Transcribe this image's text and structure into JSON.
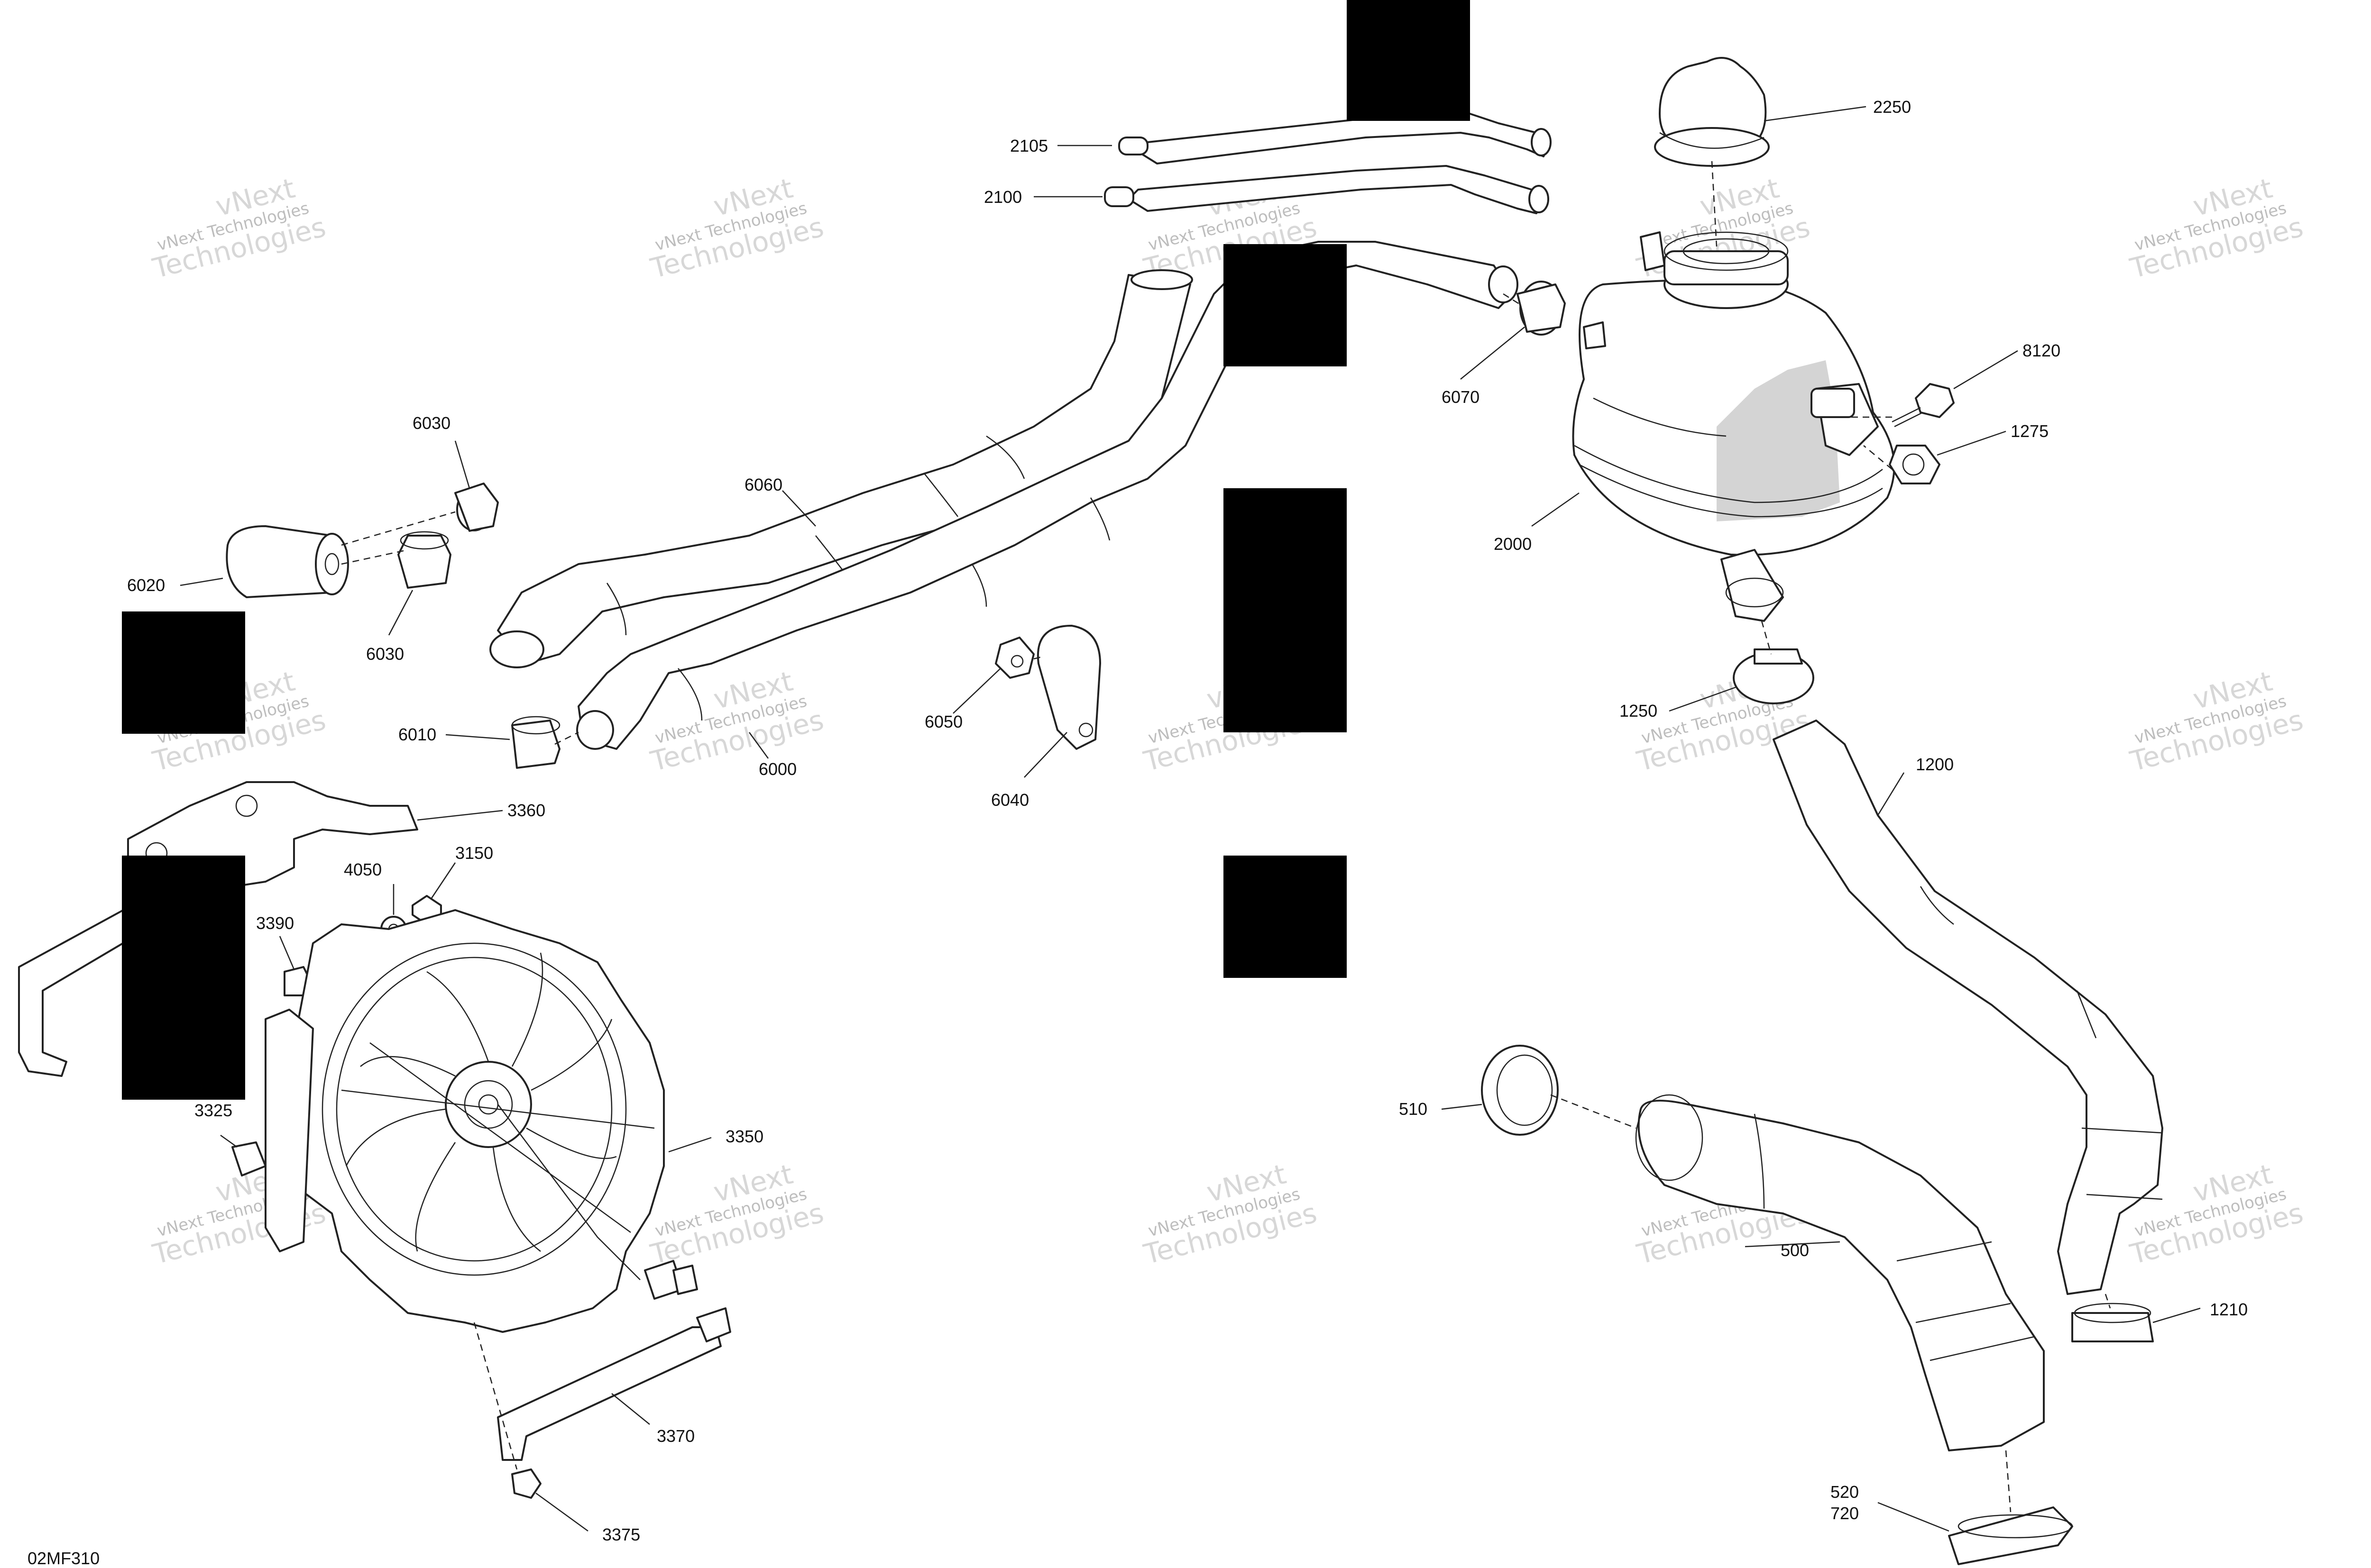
{
  "drawing_code": "02MF310",
  "watermark": {
    "line1": "vNext Technologies",
    "line2": "vNext",
    "line3": "Technologies"
  },
  "callouts": {
    "c2105": "2105",
    "c2100": "2100",
    "c2250": "2250",
    "c6070": "6070",
    "c8120": "8120",
    "c1275": "1275",
    "c2000": "2000",
    "c6030a": "6030",
    "c6060": "6060",
    "c6020": "6020",
    "c6030b": "6030",
    "c6010": "6010",
    "c6000": "6000",
    "c6050": "6050",
    "c6040": "6040",
    "c1250": "1250",
    "c1200": "1200",
    "c3360": "3360",
    "c4050": "4050",
    "c3150": "3150",
    "c3390": "3390",
    "c3325": "3325",
    "c3350": "3350",
    "c3370": "3370",
    "c3375": "3375",
    "c510": "510",
    "c500": "500",
    "c1210": "1210",
    "c520": "520",
    "c720": "720"
  }
}
